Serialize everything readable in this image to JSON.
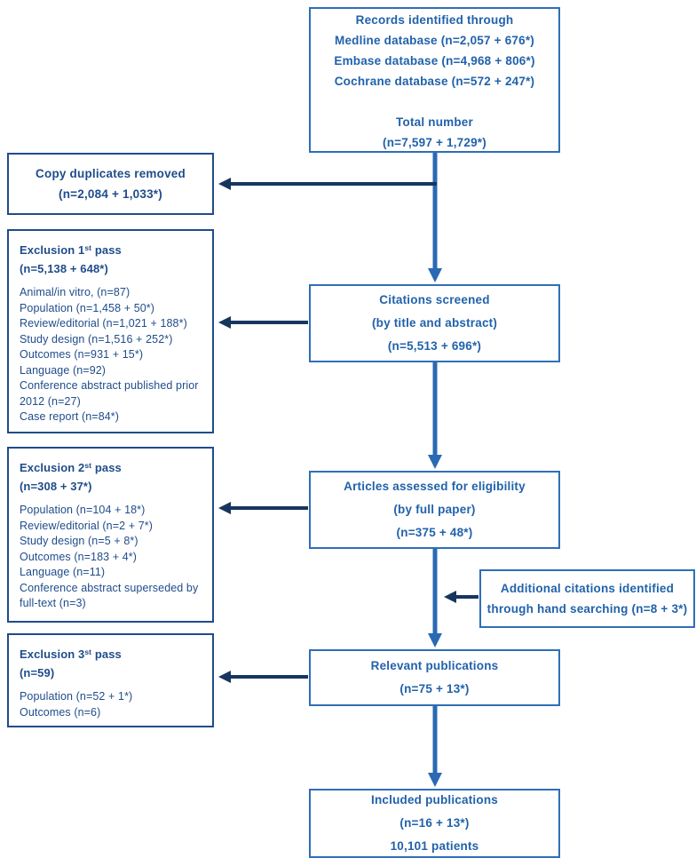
{
  "colors": {
    "center_border": "#2e6fb7",
    "left_border": "#1f4c8b",
    "center_text": "#2162ab",
    "left_text": "#1f4c8b",
    "arrow_dark": "#16365e",
    "arrow_blue": "#2a6ab4",
    "page_bg": "#ffffff"
  },
  "boxes": {
    "records_identified": {
      "lines": [
        "Records identified through",
        "Medline database (n=2,057 + 676*)",
        "Embase database (n=4,968 + 806*)",
        "Cochrane database (n=572 + 247*)",
        "",
        "Total number",
        "(n=7,597 + 1,729*)"
      ]
    },
    "duplicates_removed": {
      "lines": [
        "Copy duplicates removed",
        "(n=2,084 + 1,033*)"
      ]
    },
    "exclusion_pass_1": {
      "title_prefix": "Exclusion 1",
      "title_sup": "st",
      "title_suffix": " pass",
      "count": "(n=5,138 + 648*)",
      "items": [
        "Animal/in vitro, (n=87)",
        "Population (n=1,458 + 50*)",
        "Review/editorial (n=1,021 + 188*)",
        "Study design (n=1,516 + 252*)",
        "Outcomes (n=931 + 15*)",
        "Language (n=92)",
        "Conference abstract published prior 2012 (n=27)",
        "Case report (n=84*)"
      ]
    },
    "citations_screened": {
      "lines": [
        "Citations screened",
        "(by title and abstract)",
        "(n=5,513 + 696*)"
      ]
    },
    "exclusion_pass_2": {
      "title_prefix": "Exclusion 2",
      "title_sup": "st",
      "title_suffix": " pass",
      "count": "(n=308 + 37*)",
      "items": [
        "Population (n=104 + 18*)",
        "Review/editorial (n=2 + 7*)",
        "Study design (n=5 + 8*)",
        "Outcomes (n=183 + 4*)",
        "Language (n=11)",
        "Conference abstract superseded by full-text (n=3)"
      ]
    },
    "articles_assessed": {
      "lines": [
        "Articles assessed for eligibility",
        "(by full paper)",
        "(n=375 + 48*)"
      ]
    },
    "additional_citations": {
      "lines": [
        "Additional citations identified",
        "through hand searching (n=8 + 3*)"
      ]
    },
    "exclusion_pass_3": {
      "title_prefix": "Exclusion 3",
      "title_sup": "st",
      "title_suffix": " pass",
      "count": "(n=59)",
      "items": [
        "Population (n=52 + 1*)",
        "Outcomes (n=6)"
      ]
    },
    "relevant_publications": {
      "lines": [
        "Relevant publications",
        "(n=75 + 13*)"
      ]
    },
    "included_publications": {
      "lines": [
        "Included publications",
        "(n=16 + 13*)",
        "10,101 patients"
      ]
    }
  }
}
